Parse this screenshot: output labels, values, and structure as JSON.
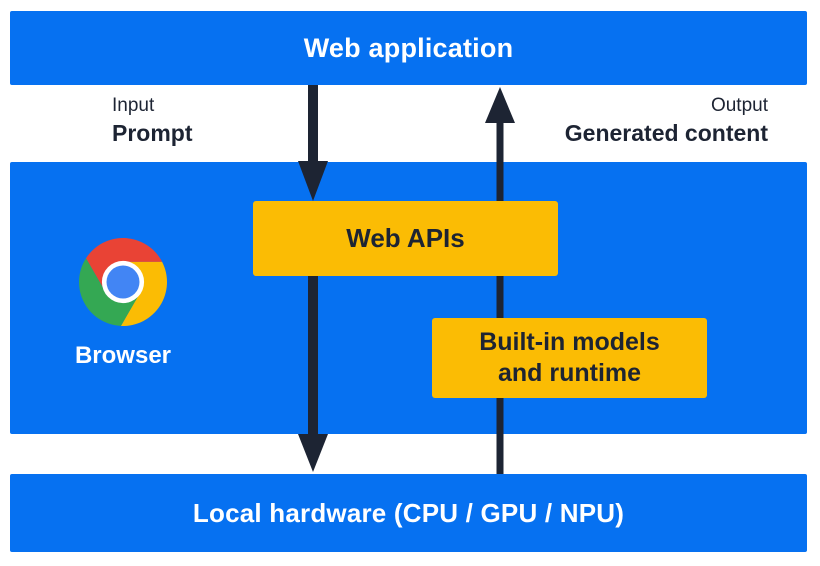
{
  "colors": {
    "panel_blue": "#0671F1",
    "box_yellow": "#FBBC04",
    "ink_navy": "#1D2433",
    "text_white": "#FFFFFF",
    "chrome_red": "#E94335",
    "chrome_yellow": "#FBBC04",
    "chrome_green": "#34A853",
    "chrome_blue": "#4285F4"
  },
  "diagram": {
    "web_application": {
      "label": "Web application"
    },
    "input_flow": {
      "caption": "Input",
      "label": "Prompt"
    },
    "output_flow": {
      "caption": "Output",
      "label": "Generated content"
    },
    "browser": {
      "label": "Browser",
      "logo": "chrome-logo-icon"
    },
    "web_apis": {
      "label": "Web APIs"
    },
    "builtin_models": {
      "lines": [
        "Built-in models",
        "and runtime"
      ]
    },
    "local_hardware": {
      "label": "Local hardware (CPU / GPU / NPU)"
    },
    "arrows": [
      {
        "name": "prompt-down-arrow",
        "from": "Web application",
        "to": "Local hardware",
        "through": "Web APIs",
        "direction": "down"
      },
      {
        "name": "generated-content-up-arrow",
        "from": "Local hardware",
        "to": "Web application",
        "through": "Built-in models and runtime",
        "direction": "up"
      }
    ]
  }
}
